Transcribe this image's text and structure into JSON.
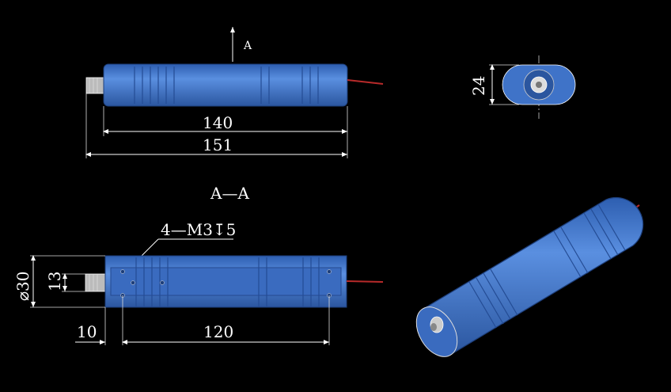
{
  "labels": {
    "view_arrow": "A",
    "section_title": "A—A",
    "thread_note": "4—M3↧5"
  },
  "dimensions": {
    "body_length": "140",
    "total_length": "151",
    "end_height": "24",
    "diameter": "⌀30",
    "connector_height": "13",
    "connector_length": "10",
    "hole_spacing": "120"
  },
  "colors": {
    "body": "#3f73c8",
    "lead": "#b82a2a",
    "background": "#000000"
  }
}
